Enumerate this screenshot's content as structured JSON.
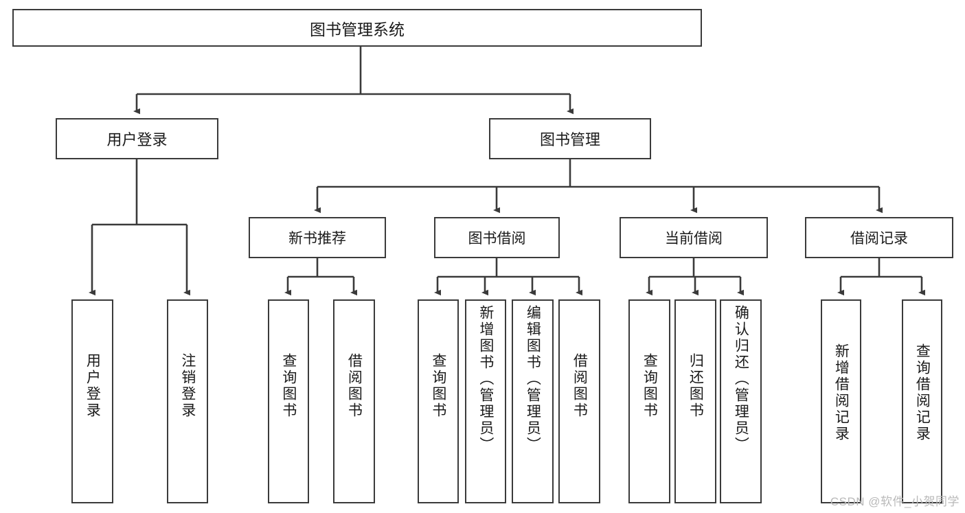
{
  "diagram": {
    "title": "图书管理系统",
    "root": {
      "label": "图书管理系统"
    },
    "level1": [
      {
        "label": "用户登录"
      },
      {
        "label": "图书管理"
      }
    ],
    "level2": [
      {
        "label": "新书推荐"
      },
      {
        "label": "图书借阅"
      },
      {
        "label": "当前借阅"
      },
      {
        "label": "借阅记录"
      }
    ],
    "leaves": {
      "user_login": [
        {
          "label": "用户登录"
        },
        {
          "label": "注销登录"
        }
      ],
      "new_book_recommend": [
        {
          "label": "查询图书"
        },
        {
          "label": "借阅图书"
        }
      ],
      "book_borrow": [
        {
          "label": "查询图书"
        },
        {
          "label": "新增图书（管理员）"
        },
        {
          "label": "编辑图书（管理员）"
        },
        {
          "label": "借阅图书"
        }
      ],
      "current_borrow": [
        {
          "label": "查询图书"
        },
        {
          "label": "归还图书"
        },
        {
          "label": "确认归还（管理员）"
        }
      ],
      "borrow_record": [
        {
          "label": "新增借阅记录"
        },
        {
          "label": "查询借阅记录"
        }
      ]
    }
  },
  "watermark": {
    "text": "CSDN @软件_小贺同学"
  },
  "colors": {
    "stroke": "#3a3a3a",
    "background": "#ffffff",
    "text": "#1a1a1a",
    "watermark": "#b9b9b9"
  }
}
